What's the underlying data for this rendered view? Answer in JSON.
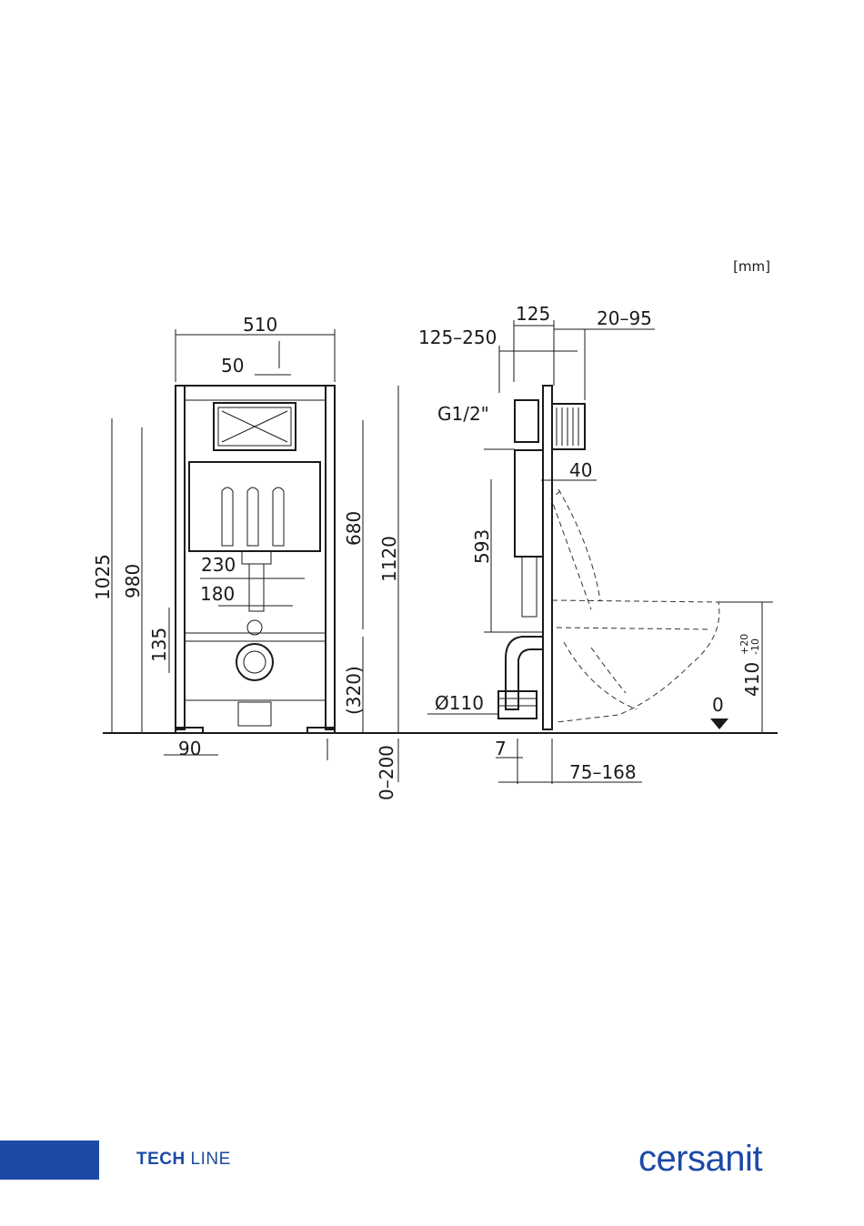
{
  "unit_label": "[mm]",
  "front_view": {
    "dims": {
      "width": "510",
      "flush_offset": "50",
      "h_1025": "1025",
      "h_980": "980",
      "h_680": "680",
      "h_1120": "1120",
      "w_230": "230",
      "w_180": "180",
      "h_135": "135",
      "h_320": "(320)",
      "foot_90": "90",
      "foot_adj": "0–200"
    }
  },
  "side_view": {
    "dims": {
      "d_125": "125",
      "d_20_95": "20–95",
      "d_125_250": "125–250",
      "inlet": "G1/2\"",
      "d_40": "40",
      "h_593": "593",
      "pipe": "Ø110",
      "zero": "0",
      "h_410": "410",
      "tol_plus": "+20",
      "tol_minus": "-10",
      "d_7": "7",
      "d_75_168": "75–168"
    }
  },
  "footer": {
    "brand_strong": "TECH",
    "brand_light": " LINE",
    "logo": "cersanit",
    "colors": {
      "accent": "#1d4aa6",
      "brand_text": "#1d4aa6"
    }
  }
}
